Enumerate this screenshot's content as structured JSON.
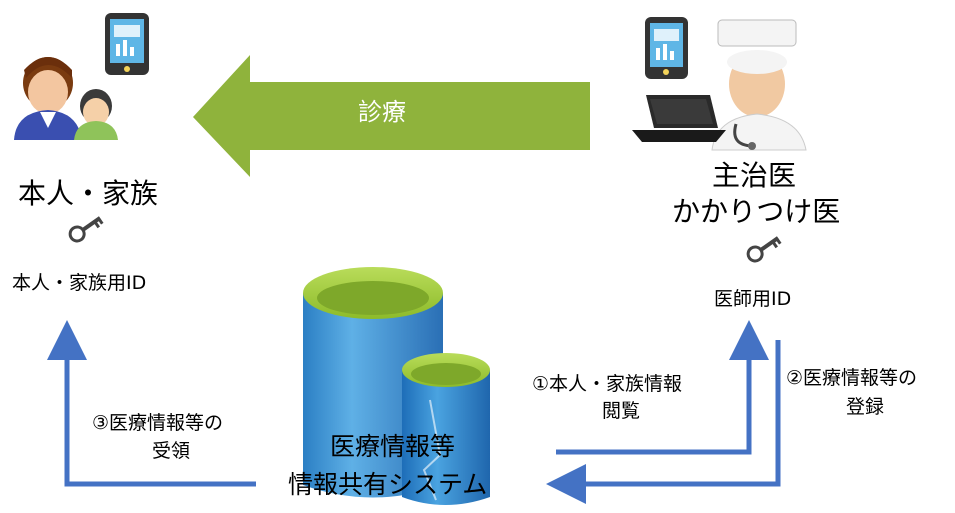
{
  "colors": {
    "treatment_arrow": "#8fb33c",
    "flow_arrow": "#4472c4",
    "cylinder_body": "#3a8fcf",
    "cylinder_top": "#9bc93a",
    "key": "#444444"
  },
  "treatment_arrow": {
    "label": "診療"
  },
  "patient": {
    "title": "本人・家族",
    "id_label": "本人・家族用ID",
    "icons": [
      "patient-family-icon",
      "smartphone-icon",
      "key-icon"
    ]
  },
  "doctor": {
    "title_line1": "主治医",
    "title_line2": "かかりつけ医",
    "id_label": "医師用ID",
    "icons": [
      "doctor-icon",
      "smartphone-icon",
      "laptop-icon",
      "key-icon"
    ]
  },
  "system": {
    "line1": "医療情報等",
    "line2": "情報共有システム",
    "icons": [
      "database-icon"
    ]
  },
  "flows": {
    "view_line1": "①本人・家族情報",
    "view_line2": "閲覧",
    "register_line1": "②医療情報等の",
    "register_line2": "登録",
    "receive_line1": "③医療情報等の",
    "receive_line2": "受領"
  }
}
